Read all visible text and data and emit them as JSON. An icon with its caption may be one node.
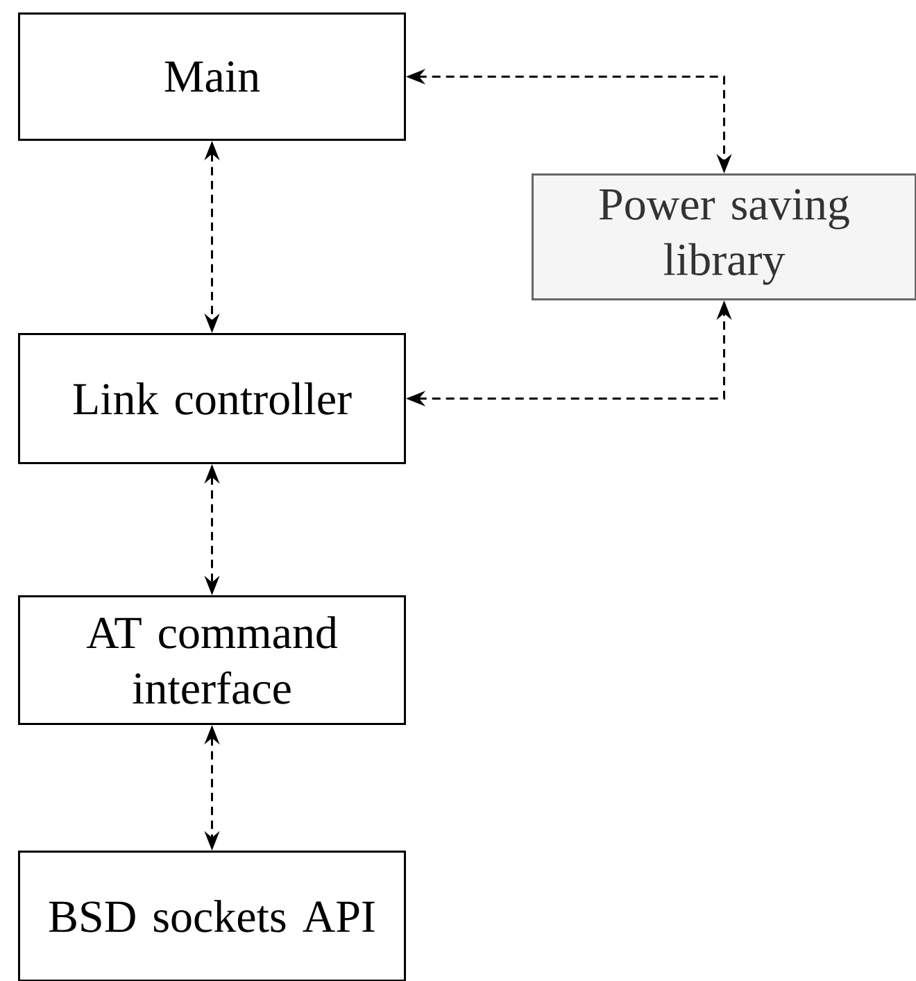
{
  "diagram": {
    "nodes": [
      {
        "text": [
          "Main"
        ]
      },
      {
        "text": [
          "Power saving library"
        ]
      },
      {
        "text": [
          "Link controller"
        ]
      },
      {
        "text": [
          "AT command interface"
        ]
      },
      {
        "text": [
          "BSD sockets API"
        ]
      }
    ],
    "edges": [
      {
        "from": 0,
        "to": 1,
        "arrow": "both",
        "style": "dashed"
      },
      {
        "from": 0,
        "to": 2,
        "arrow": "both",
        "style": "dashed"
      },
      {
        "from": 2,
        "to": 1,
        "arrow": "both",
        "style": "dashed"
      },
      {
        "from": 2,
        "to": 3,
        "arrow": "both",
        "style": "dashed"
      },
      {
        "from": 3,
        "to": 4,
        "arrow": "both",
        "style": "dashed"
      }
    ]
  }
}
